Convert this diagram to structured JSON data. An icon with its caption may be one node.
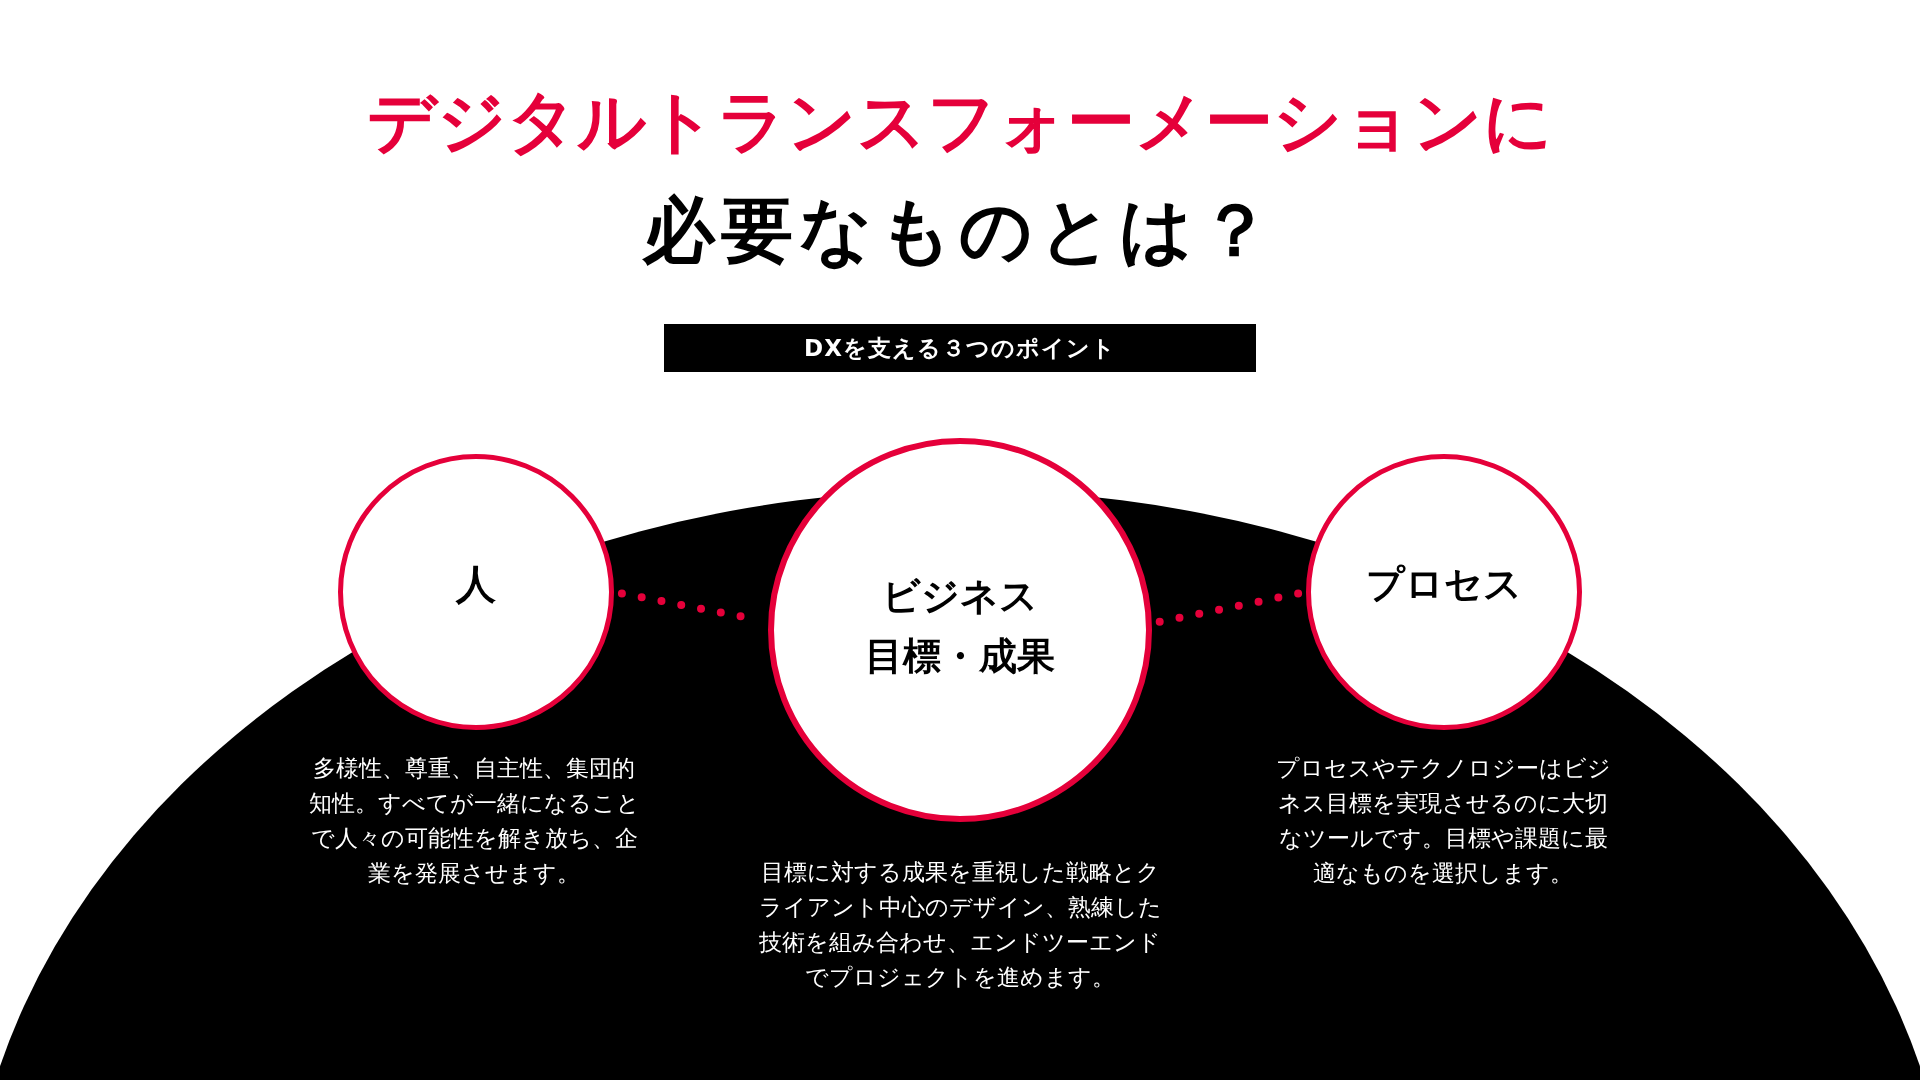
{
  "diagram": {
    "title": "デジタルトランスフォーメーションに必要なものとは？",
    "nodes": [
      {
        "text": [
          "DXを支える３つのポイント"
        ]
      },
      {
        "text": [
          "人"
        ],
        "beside": [
          "多様性、尊重、自主性、集団的知性。すべてが一緒になることで人々の可能性を解き放ち、企業を発展させます。"
        ]
      },
      {
        "text": [
          "ビジネス目標・成果"
        ],
        "beside": [
          "目標に対する成果を重視した戦略とクライアント中心のデザイン、熟練した技術を組み合わせ、エンドツーエンドでプロジェクトを進めます。"
        ]
      },
      {
        "text": [
          "プロセス"
        ],
        "beside": [
          "プロセスやテクノロジーはビジネス目標を実現させるのに大切なツールです。目標や課題に最適なものを選択します。"
        ]
      }
    ],
    "edges": [
      {
        "from": 1,
        "to": 2,
        "arrow": "none",
        "style": "dashed"
      },
      {
        "from": 2,
        "to": 3,
        "arrow": "none",
        "style": "dashed"
      }
    ]
  }
}
